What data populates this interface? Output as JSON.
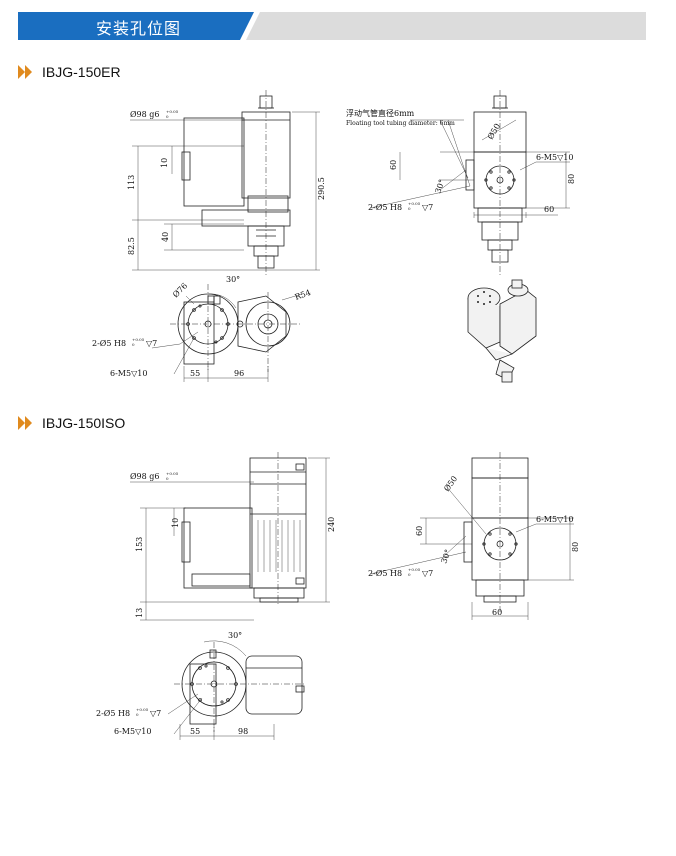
{
  "header": {
    "title": "安装孔位图",
    "accent": "#1a6ec0",
    "bar_grey": "#dcdcdc"
  },
  "sections": [
    {
      "label": "IBJG-150ER"
    },
    {
      "label": "IBJG-150ISO"
    }
  ],
  "er": {
    "front": {
      "dia_prefix": "Ø98 g6",
      "tol_top": "+0.05",
      "tol_bot": "0",
      "d10": "10",
      "d113": "113",
      "d40": "40",
      "d825": "82.5",
      "d2905": "290.5"
    },
    "side": {
      "note_cn": "浮动气管直径6mm",
      "note_en": "Floating tool tubing diameter: 6mm",
      "d60v": "60",
      "d30a": "30°",
      "dia50": "Ø50",
      "m5": "6-M5▽10",
      "d80": "80",
      "d60h": "60",
      "pin": "2-Ø5 H8",
      "pin_tol_top": "+0.05",
      "pin_tol_bot": "0",
      "pin_depth": "▽7"
    },
    "bottom": {
      "angle": "30°",
      "dia76": "Ø76",
      "r54": "R54",
      "pin": "2-Ø5 H8",
      "pin_tol_top": "+0.05",
      "pin_tol_bot": "0",
      "pin_depth": "▽7",
      "m5": "6-M5▽10",
      "d55": "55",
      "d96": "96"
    }
  },
  "iso": {
    "front": {
      "dia_prefix": "Ø98 g6",
      "tol_top": "+0.05",
      "tol_bot": "0",
      "d10": "10",
      "d153": "153",
      "d13": "13",
      "d240": "240"
    },
    "side": {
      "dia50": "Ø50",
      "d60v": "60",
      "d30a": "30°",
      "m5": "6-M5▽10",
      "d80": "80",
      "pin": "2-Ø5 H8",
      "pin_tol_top": "+0.05",
      "pin_tol_bot": "0",
      "pin_depth": "▽7",
      "d60h": "60"
    },
    "bottom": {
      "angle": "30°",
      "pin": "2-Ø5 H8",
      "pin_tol_top": "+0.05",
      "pin_tol_bot": "0",
      "pin_depth": "▽7",
      "m5": "6-M5▽10",
      "d55": "55",
      "d98": "98"
    }
  }
}
